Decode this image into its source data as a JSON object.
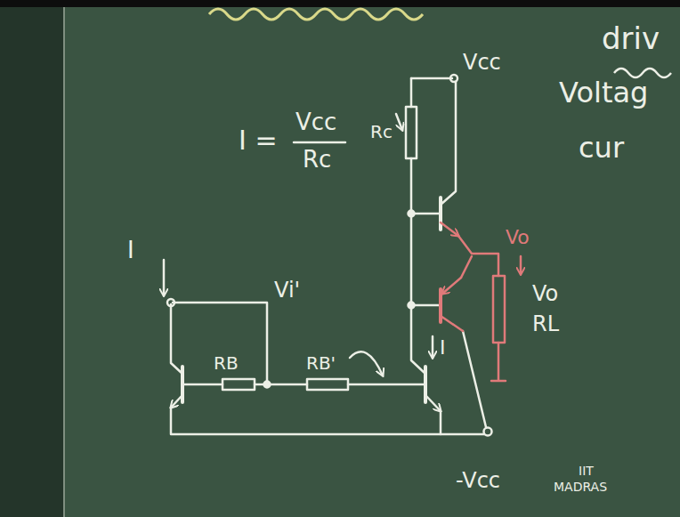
{
  "diagram": {
    "labels": [
      "Vcc",
      "I =",
      "Vcc",
      "Rc",
      "Rc",
      "driv",
      "Voltag",
      "cur",
      "I",
      "Vi'",
      "RB",
      "RB'",
      "I",
      "Vo",
      "Vo",
      "RL",
      "-Vcc",
      "IIT",
      "MADRAS"
    ]
  }
}
